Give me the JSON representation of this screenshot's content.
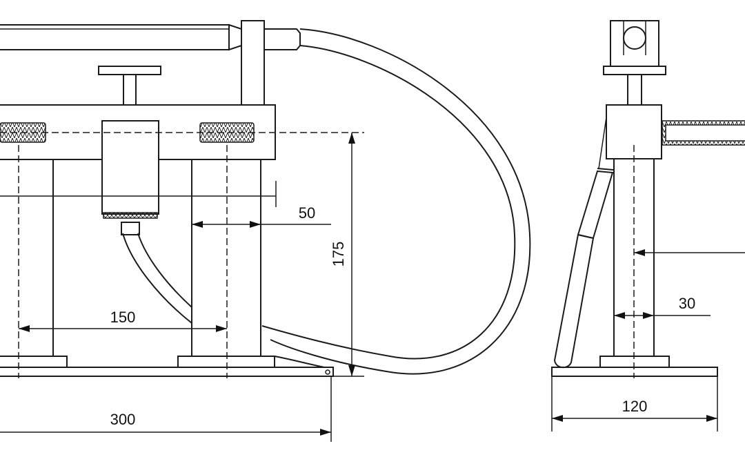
{
  "dimensions": {
    "overall_length": "300",
    "center_distance": "150",
    "pillar_width": "50",
    "height": "175",
    "side_pillar_width": "30",
    "side_base_width": "120"
  },
  "colors": {
    "line": "#1a1a1a",
    "background": "#ffffff"
  }
}
